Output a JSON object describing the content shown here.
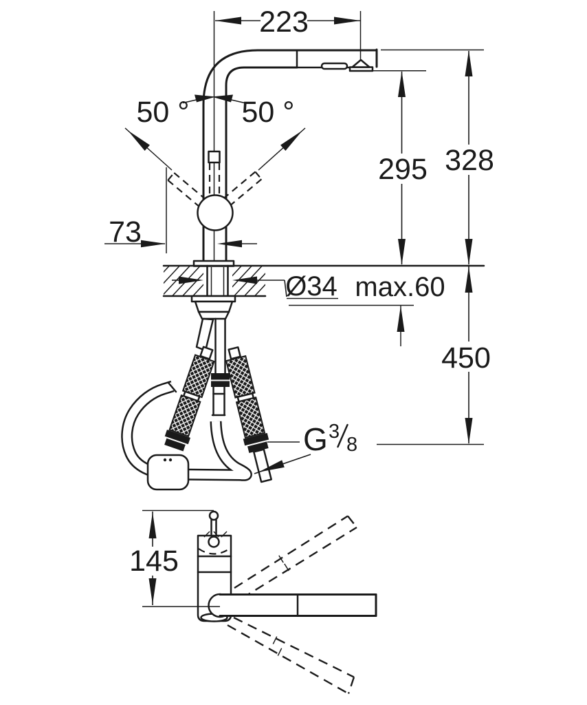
{
  "drawing": {
    "colors": {
      "ink": "#1a1a1a",
      "paper": "#ffffff"
    },
    "dimensions": {
      "top_width": "223",
      "swing_left": "50 °",
      "swing_right": "50 °",
      "lever_offset": "73",
      "outlet_height": "295",
      "total_height": "328",
      "hole_diameter": "Ø34",
      "max_deck_thickness": "max.60",
      "below_deck_length": "450",
      "plan_height": "145",
      "thread_prefix": "G",
      "thread_numerator": "3",
      "thread_denominator": "8"
    }
  }
}
